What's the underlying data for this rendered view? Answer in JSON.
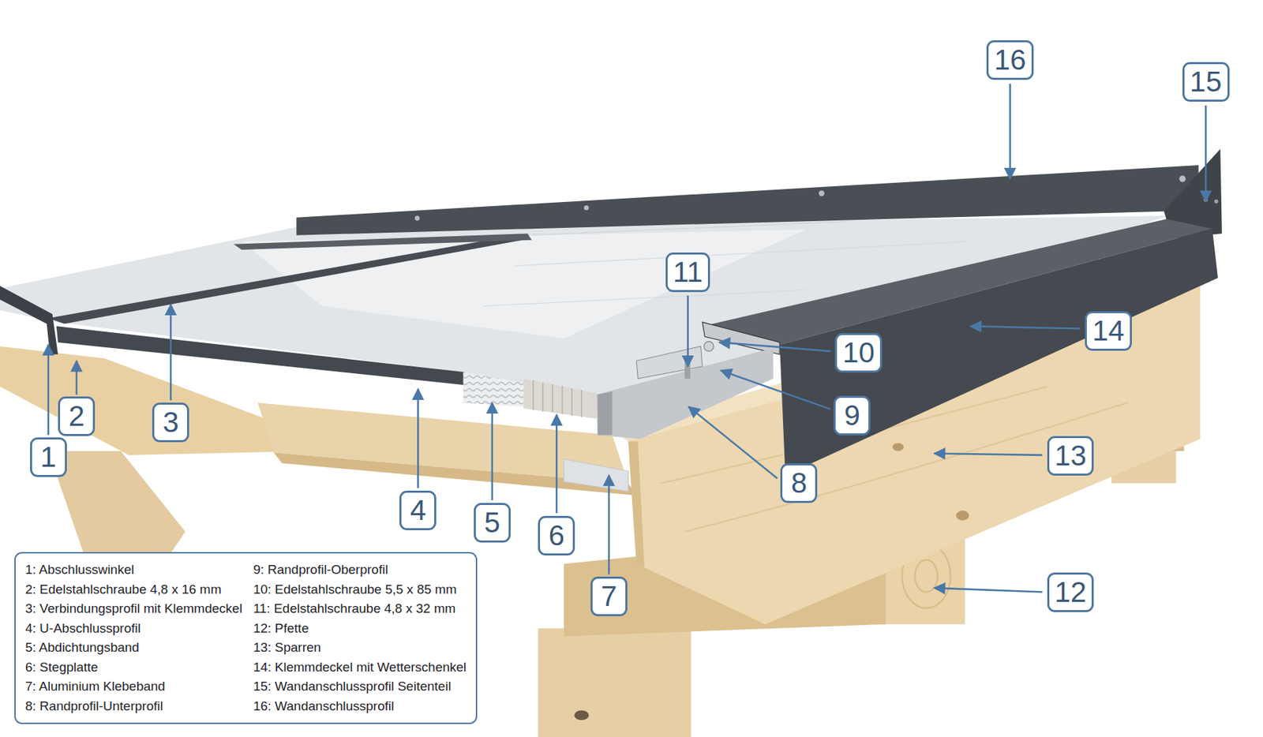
{
  "diagram": {
    "nodes": [
      {
        "text": [
          "1"
        ]
      },
      {
        "text": [
          "2"
        ]
      },
      {
        "text": [
          "3"
        ]
      },
      {
        "text": [
          "4"
        ]
      },
      {
        "text": [
          "5"
        ]
      },
      {
        "text": [
          "6"
        ]
      },
      {
        "text": [
          "7"
        ]
      },
      {
        "text": [
          "8"
        ]
      },
      {
        "text": [
          "9"
        ]
      },
      {
        "text": [
          "10"
        ]
      },
      {
        "text": [
          "11"
        ]
      },
      {
        "text": [
          "12"
        ]
      },
      {
        "text": [
          "13"
        ]
      },
      {
        "text": [
          "14"
        ]
      },
      {
        "text": [
          "15"
        ]
      },
      {
        "text": [
          "16"
        ]
      },
      {
        "text": [
          "1: Abschlusswinkel",
          "2: Edelstahlschraube 4,8 x 16 mm",
          "3: Verbindungsprofil mit Klemmdeckel",
          "4: U-Abschlussprofil",
          "5: Abdichtungsband",
          "6: Stegplatte",
          "7: Aluminium Klebeband",
          "8: Randprofil-Unterprofil",
          "9: Randprofil-Oberprofil",
          "10: Edelstahlschraube 5,5 x 85 mm",
          "11: Edelstahlschraube 4,8 x 32 mm",
          "12: Pfette",
          "13: Sparren",
          "14: Klemmdeckel mit Wetterschenkel",
          "15: Wandanschlussprofil Seitenteil",
          "16: Wandanschlussprofil"
        ]
      }
    ]
  }
}
